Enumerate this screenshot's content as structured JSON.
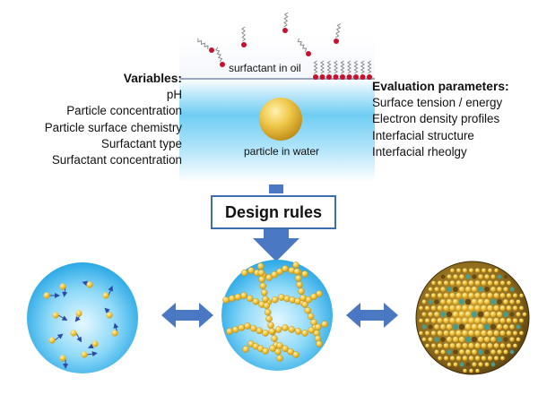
{
  "variables": {
    "heading": "Variables:",
    "items": [
      "pH",
      "Particle concentration",
      "Particle surface chemistry",
      "Surfactant type",
      "Surfactant concentration"
    ]
  },
  "evaluation": {
    "heading": "Evaluation parameters:",
    "items": [
      "Surface tension / energy",
      "Electron density profiles",
      "Interfacial structure",
      "Interfacial rheolgy"
    ]
  },
  "scene": {
    "oil_label": "surfactant in oil",
    "water_label": "particle in water"
  },
  "design": {
    "label": "Design rules"
  },
  "colors": {
    "arrow": "#4a78c2",
    "water": "#5fc3ef",
    "particle": "#e0b43a",
    "surfactant_head": "#c8102e"
  },
  "states": [
    "dispersed-particles-sphere",
    "particle-chains-sphere",
    "jammed-particle-shell-sphere"
  ]
}
